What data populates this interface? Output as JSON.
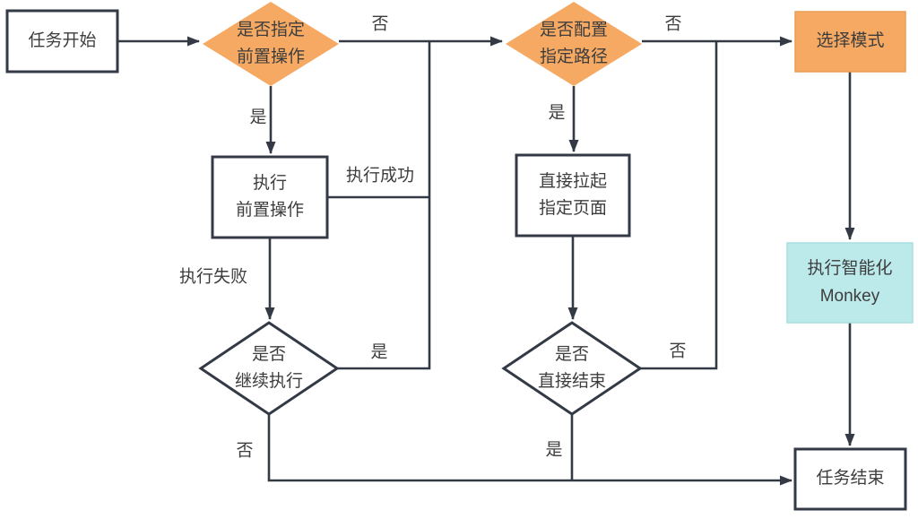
{
  "diagram": {
    "type": "flowchart",
    "nodes": {
      "start": {
        "label": "任务开始",
        "shape": "rect",
        "fill": "#ffffff"
      },
      "check_pre_op": {
        "label": "是否指定\n前置操作",
        "shape": "diamond",
        "fill": "#f5a963"
      },
      "check_path": {
        "label": "是否配置\n指定路径",
        "shape": "diamond",
        "fill": "#f5a963"
      },
      "select_mode": {
        "label": "选择模式",
        "shape": "rect",
        "fill": "#f5a963"
      },
      "exec_pre_op": {
        "label": "执行\n前置操作",
        "shape": "rect",
        "fill": "#ffffff"
      },
      "launch_page": {
        "label": "直接拉起\n指定页面",
        "shape": "rect",
        "fill": "#ffffff"
      },
      "run_monkey": {
        "label": "执行智能化\nMonkey",
        "shape": "rect",
        "fill": "#bce9ea"
      },
      "check_continue": {
        "label": "是否\n继续执行",
        "shape": "diamond",
        "fill": "#ffffff"
      },
      "check_direct_end": {
        "label": "是否\n直接结束",
        "shape": "diamond",
        "fill": "#ffffff"
      },
      "end": {
        "label": "任务结束",
        "shape": "rect",
        "fill": "#ffffff"
      }
    },
    "edge_labels": {
      "pre_op_no": "否",
      "path_no": "否",
      "pre_op_yes": "是",
      "path_yes": "是",
      "exec_success": "执行成功",
      "exec_fail": "执行失败",
      "continue_yes": "是",
      "continue_no": "否",
      "direct_end_no": "否",
      "direct_end_yes": "是"
    },
    "colors": {
      "accent_orange": "#f5a963",
      "accent_cyan": "#bce9ea",
      "stroke_dark": "#333a46",
      "text": "#3d3d3d"
    }
  }
}
